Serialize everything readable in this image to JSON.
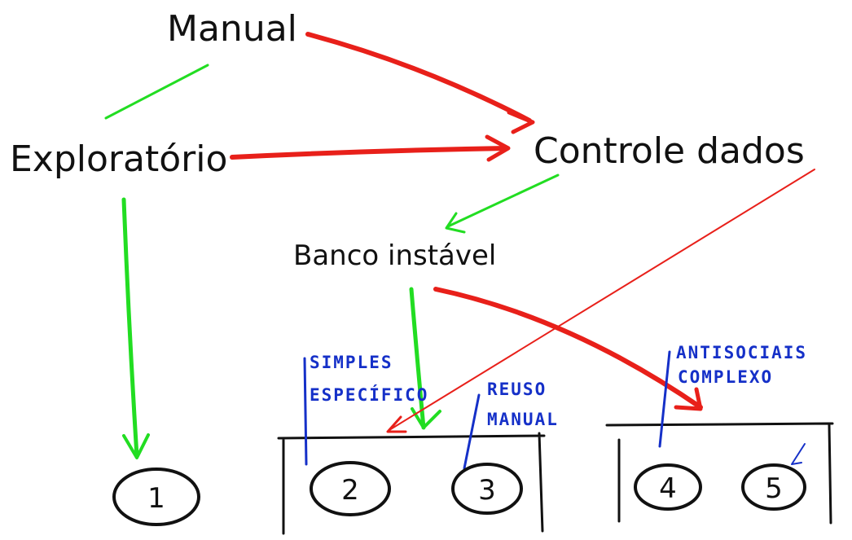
{
  "nodes": {
    "manual": "Manual",
    "exploratorio": "Exploratório",
    "controle_dados": "Controle dados",
    "banco_instavel": "Banco instável"
  },
  "notes": {
    "simples_line1": "SIMPLES",
    "simples_line2": "ESPECÍFICO",
    "reuso_line1": "REUSO",
    "reuso_line2": "MANUAL",
    "antisociais_line1": "ANTISOCIAIS",
    "antisociais_line2": "COMPLEXO"
  },
  "circles": [
    "1",
    "2",
    "3",
    "4",
    "5"
  ],
  "colors": {
    "ink": "#111111",
    "green_arrow": "#22dd22",
    "red_arrow": "#e8201a",
    "blue_note": "#1530c8"
  }
}
